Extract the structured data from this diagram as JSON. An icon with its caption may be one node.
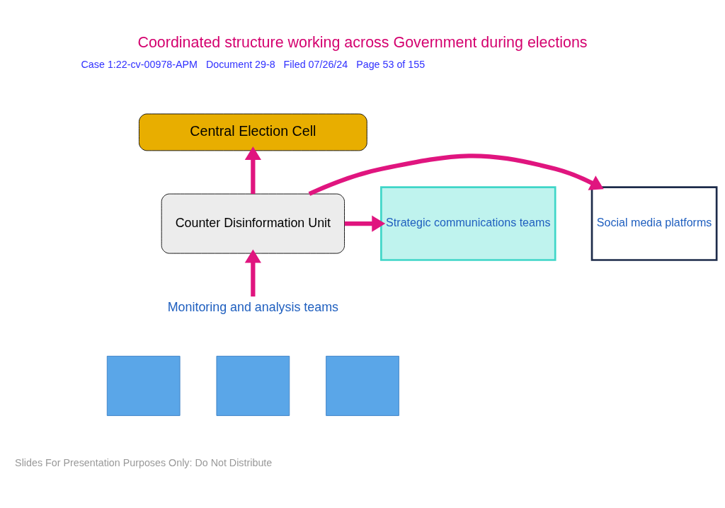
{
  "diagram": {
    "title": "Coordinated structure working across Government during elections",
    "nodes": [
      {
        "text": [
          "Central Election Cell"
        ]
      },
      {
        "text": [
          "Counter Disinformation Unit"
        ]
      },
      {
        "text": [
          "Social media platforms"
        ]
      },
      {
        "text": [
          "Strategic communications teams"
        ]
      },
      {
        "text": [
          "Monitoring and analysis teams"
        ]
      },
      {
        "text": [],
        "shape": "box"
      },
      {
        "text": [],
        "shape": "box"
      },
      {
        "text": [],
        "shape": "box"
      }
    ],
    "edges": [
      {
        "from": 1,
        "to": 0,
        "arrow": "to"
      },
      {
        "from": 1,
        "to": 2,
        "arrow": "to"
      },
      {
        "from": 1,
        "to": 3,
        "arrow": "to"
      },
      {
        "from": 4,
        "to": 1,
        "arrow": "to"
      }
    ],
    "labels": [
      "Case 1:22-cv-00978-APM   Document 29-8   Filed 07/26/24   Page 53 of 155",
      "Slides For Presentation Purposes Only: Do Not Distribute"
    ]
  }
}
